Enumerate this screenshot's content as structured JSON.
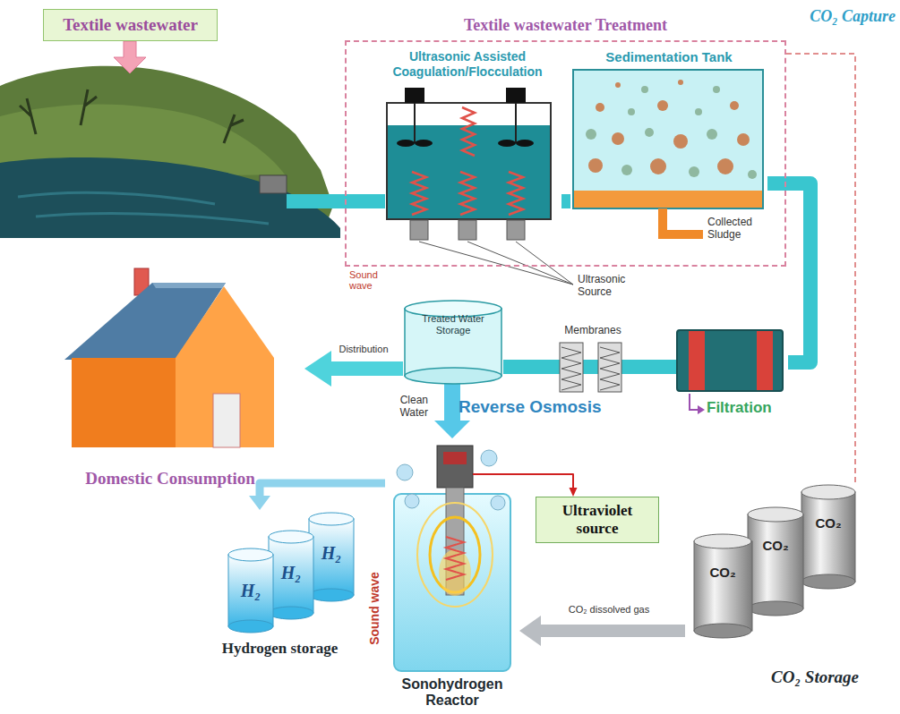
{
  "diagram": {
    "nodes": [
      {
        "text": [
          "Textile wastewater"
        ]
      },
      {
        "text": [
          "Textile wastewater Treatment"
        ]
      },
      {
        "text": [
          "Ultrasonic Assisted Coagulation/Flocculation"
        ],
        "in": 1
      },
      {
        "text": [
          "Sedimentation Tank"
        ],
        "in": 1
      },
      {
        "text": [
          "Filtration"
        ]
      },
      {
        "text": [
          "Treated Water Storage"
        ]
      },
      {
        "text": [
          "Domestic Consumption"
        ]
      },
      {
        "text": [
          "Sonohydrogen Reactor"
        ]
      },
      {
        "text": [
          "Ultraviolet source"
        ]
      },
      {
        "text": [
          "Hydrogen storage"
        ]
      },
      {
        "text": [
          "CO₂ Storage"
        ]
      }
    ],
    "edges": [
      {
        "from": 2,
        "to": 3,
        "arrow": "none"
      },
      {
        "from": 3,
        "to": 4,
        "arrow": "none"
      },
      {
        "from": 4,
        "to": 5,
        "arrow": "none"
      },
      {
        "from": 5,
        "to": 6,
        "label": "Distribution",
        "arrow": "to"
      },
      {
        "from": 5,
        "to": 7,
        "label": "Clean Water",
        "arrow": "to"
      },
      {
        "from": 10,
        "to": 7,
        "label": "CO₂ dissolved gas",
        "arrow": "to"
      },
      {
        "from": 7,
        "to": 9,
        "arrow": "to"
      },
      {
        "from": 7,
        "to": 8,
        "arrow": "to"
      },
      {
        "from": 1,
        "to": 10,
        "arrow": "none"
      }
    ],
    "labels": [
      "CO₂ Capture",
      "Sound wave",
      "Ultrasonic Source",
      "Collected Sludge",
      "Membranes",
      "Reverse Osmosis",
      "H₂",
      "H₂",
      "H₂",
      "Sound wave",
      "CO₂",
      "CO₂",
      "CO₂"
    ]
  }
}
